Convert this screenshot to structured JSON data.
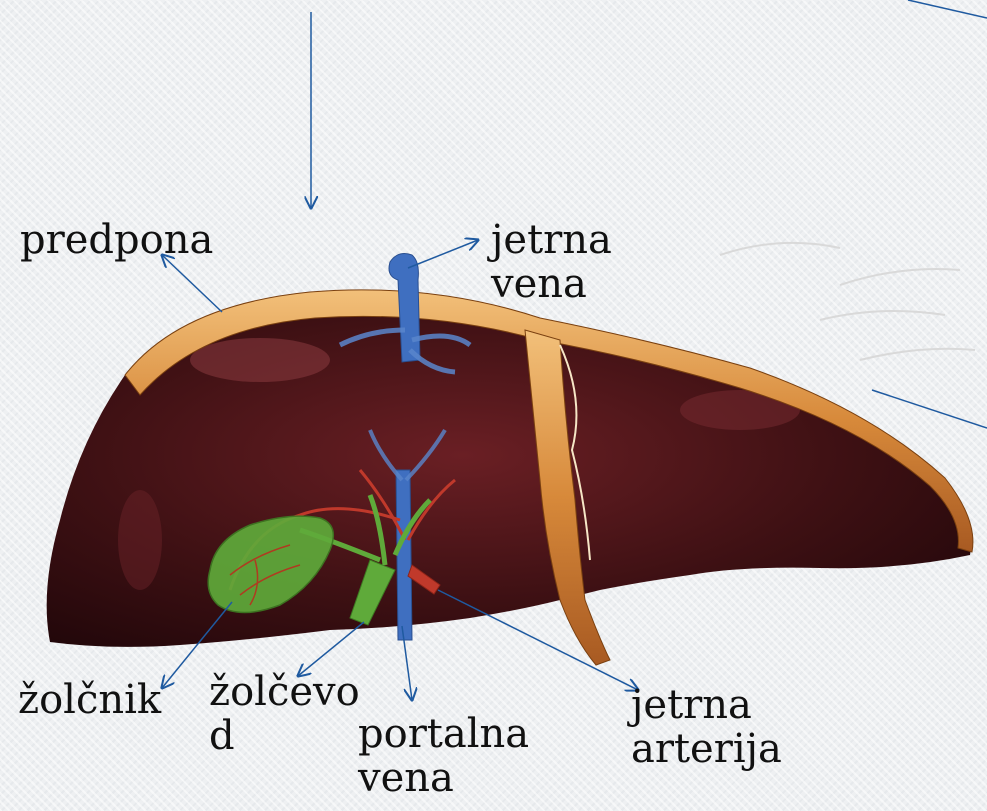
{
  "labels": {
    "predpona": "predpona",
    "jetrna_vena": "jetrna\nvena",
    "zolcnik": "žolčnik",
    "zolcevod": "žolčevo\nd",
    "portalna_vena": "portalna\nvena",
    "jetrna_arterija": "jetrna\narterija"
  },
  "colors": {
    "liver": "#3a0f12",
    "diaphragm": "#d98a3c",
    "gallbladder": "#5faa3a",
    "vein": "#3f6fc0",
    "artery": "#c0392b",
    "arrow": "#1f5aa0"
  }
}
